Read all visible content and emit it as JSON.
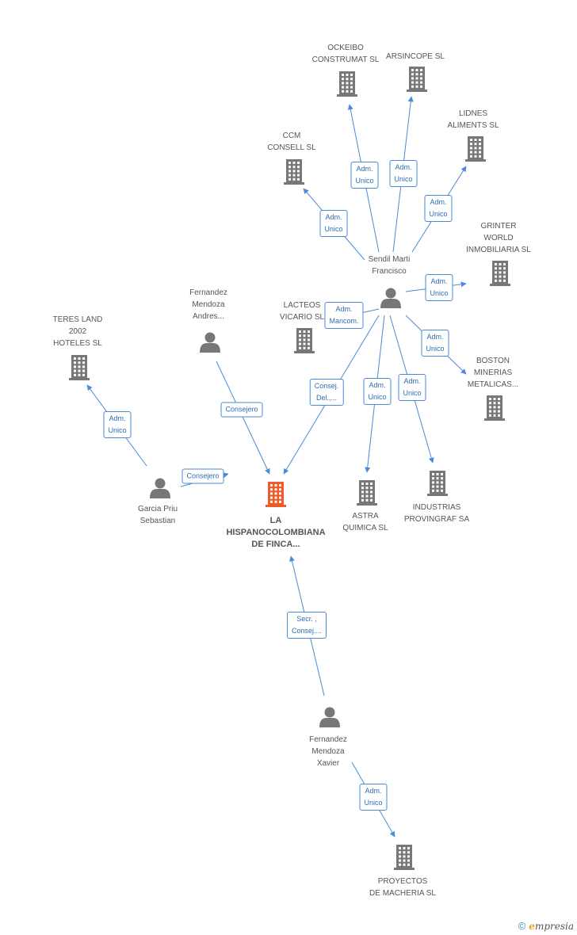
{
  "colors": {
    "accent": "#4a8ad6",
    "node": "#777777",
    "highlight": "#f05a28"
  },
  "nodes": [
    {
      "id": "main",
      "type": "company",
      "highlight": true,
      "lines": [
        "LA",
        "HISPANOCOLOMBIANA",
        "DE FINCA..."
      ]
    },
    {
      "id": "ockeibo",
      "type": "company",
      "lines": [
        "OCKEIBO",
        "CONSTRUMAT SL"
      ]
    },
    {
      "id": "arsincope",
      "type": "company",
      "lines": [
        "ARSINCOPE SL"
      ]
    },
    {
      "id": "lidnes",
      "type": "company",
      "lines": [
        "LIDNES",
        "ALIMENTS SL"
      ]
    },
    {
      "id": "ccm",
      "type": "company",
      "lines": [
        "CCM",
        "CONSELL SL"
      ]
    },
    {
      "id": "grinter",
      "type": "company",
      "lines": [
        "GRINTER",
        "WORLD",
        "INMOBILIARIA SL"
      ]
    },
    {
      "id": "sendil",
      "type": "person",
      "lines": [
        "Sendil Marti",
        "Francisco"
      ]
    },
    {
      "id": "lacteos",
      "type": "company",
      "lines": [
        "LACTEOS",
        "VICARIO SL"
      ]
    },
    {
      "id": "fernandez_andres",
      "type": "person",
      "lines": [
        "Fernandez",
        "Mendoza",
        "Andres..."
      ]
    },
    {
      "id": "teres",
      "type": "company",
      "lines": [
        "TERES LAND",
        "2002",
        "HOTELES SL"
      ]
    },
    {
      "id": "boston",
      "type": "company",
      "lines": [
        "BOSTON",
        "MINERIAS",
        "METALICAS..."
      ]
    },
    {
      "id": "garcia",
      "type": "person",
      "lines": [
        "Garcia Priu",
        "Sebastian"
      ]
    },
    {
      "id": "astra",
      "type": "company",
      "lines": [
        "ASTRA",
        "QUIMICA SL"
      ]
    },
    {
      "id": "industrias",
      "type": "company",
      "lines": [
        "INDUSTRIAS",
        "PROVINGRAF SA"
      ]
    },
    {
      "id": "fernandez_xavier",
      "type": "person",
      "lines": [
        "Fernandez",
        "Mendoza",
        "Xavier"
      ]
    },
    {
      "id": "proyectos",
      "type": "company",
      "lines": [
        "PROYECTOS",
        "DE MACHERIA SL"
      ]
    }
  ],
  "edges": [
    {
      "from": "sendil",
      "to": "ockeibo",
      "lines": [
        "Adm.",
        "Unico"
      ]
    },
    {
      "from": "sendil",
      "to": "arsincope",
      "lines": [
        "Adm.",
        "Unico"
      ]
    },
    {
      "from": "sendil",
      "to": "lidnes",
      "lines": [
        "Adm.",
        "Unico"
      ]
    },
    {
      "from": "sendil",
      "to": "ccm",
      "lines": [
        "Adm.",
        "Unico"
      ]
    },
    {
      "from": "sendil",
      "to": "grinter",
      "lines": [
        "Adm.",
        "Unico"
      ]
    },
    {
      "from": "sendil",
      "to": "lacteos",
      "lines": [
        "Adm.",
        "Mancom."
      ]
    },
    {
      "from": "sendil",
      "to": "boston",
      "lines": [
        "Adm.",
        "Unico"
      ]
    },
    {
      "from": "sendil",
      "to": "main",
      "lines": [
        "Consej.",
        "Del.,..."
      ]
    },
    {
      "from": "sendil",
      "to": "astra",
      "lines": [
        "Adm.",
        "Unico"
      ]
    },
    {
      "from": "sendil",
      "to": "industrias",
      "lines": [
        "Adm.",
        "Unico"
      ]
    },
    {
      "from": "fernandez_andres",
      "to": "main",
      "lines": [
        "Consejero"
      ]
    },
    {
      "from": "garcia",
      "to": "teres",
      "lines": [
        "Adm.",
        "Unico"
      ]
    },
    {
      "from": "garcia",
      "to": "main",
      "lines": [
        "Consejero"
      ]
    },
    {
      "from": "fernandez_xavier",
      "to": "main",
      "lines": [
        "Secr. ,",
        "Consej...."
      ]
    },
    {
      "from": "fernandez_xavier",
      "to": "proyectos",
      "lines": [
        "Adm.",
        "Unico"
      ]
    }
  ],
  "watermark": {
    "copyright": "©",
    "brand_initial": "e",
    "brand_rest": "mpresia"
  }
}
